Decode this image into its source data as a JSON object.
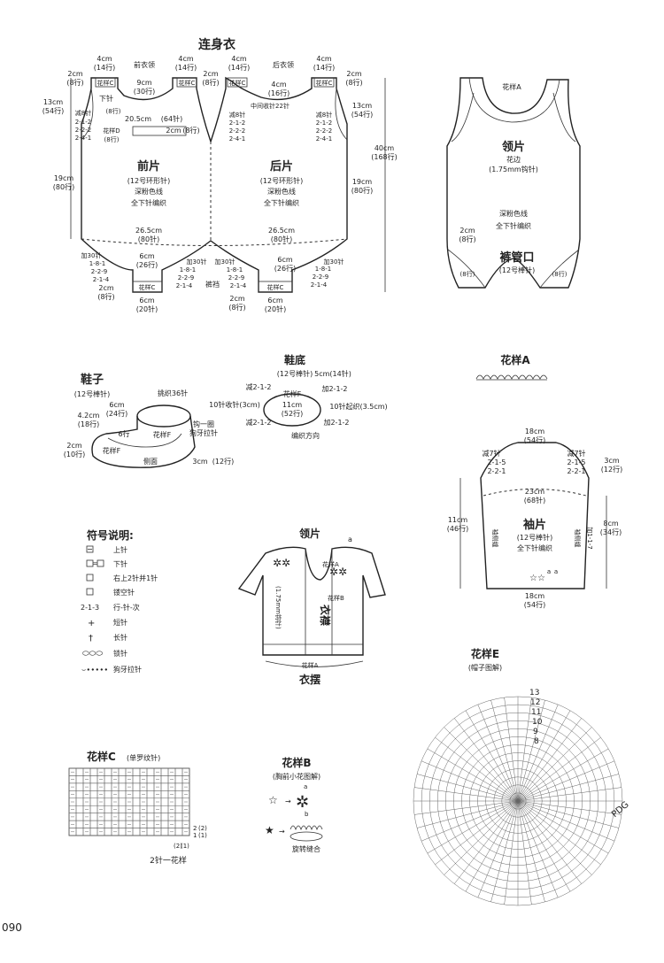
{
  "onesie": {
    "title": "连身衣",
    "neck_front": "前衣领",
    "neck_back": "后衣领",
    "d_4cm": "4cm",
    "d_14rows": "(14行)",
    "d_2cm": "2cm",
    "d_8rows": "(8行)",
    "d_9cm": "9cm",
    "d_30rows": "(30行)",
    "d_16rows": "(16行)",
    "lower_needle": "下针",
    "center_dec": "中间收针22针",
    "d_13cm": "13cm",
    "d_54rows": "(54行)",
    "dec8": "减8针",
    "d_20_5cm": "20.5cm",
    "d_64st": "(64针)",
    "d_8st": "(8针)",
    "pat_c": "花样C",
    "pat_d": "花样D",
    "seq_212": "2-1-2",
    "seq_222": "2-2-2",
    "seq_241": "2-4-1",
    "d_19cm": "19cm",
    "d_80rows": "(80行)",
    "front": "前片",
    "back": "后片",
    "needle_12_ring": "(12号环形针)",
    "color": "深粉色线",
    "all_lower": "全下针编织",
    "d_26_5cm": "26.5cm",
    "d_80st": "(80针)",
    "d_40cm": "40cm",
    "d_168rows": "(168行)",
    "add30": "加30针",
    "seq_181": "1-8-1",
    "seq_229": "2-2-9",
    "seq_214": "2-1-4",
    "d_6cm": "6cm",
    "d_26rows": "(26行)",
    "d_20st": "(20针)",
    "crotch": "裤裆",
    "d_8rows_b": "(8行)"
  },
  "collar_view": {
    "pat_a": "花样A",
    "collar": "领片",
    "lace": "花边",
    "hook": "(1.75mm钩针)",
    "color": "深粉色线",
    "leg": "裤管口",
    "needle12": "(12号棒针)",
    "d_2cm": "2cm",
    "d_8rows": "(8行)"
  },
  "shoe": {
    "title": "鞋子",
    "needle": "(12号棒针)",
    "pick36": "挑织36针",
    "d_6cm": "6cm",
    "d_24rows": "(24行)",
    "d_4_2cm": "4.2cm",
    "d_18rows": "(18行)",
    "d_2cm": "2cm",
    "d_10rows": "(10行)",
    "pat_f": "花样F",
    "side": "侧面",
    "hook_loop": "钩一圈",
    "picot": "狗牙拉针",
    "d_3cm": "3cm",
    "d_12rows": "(12行)",
    "six_rows": "6行"
  },
  "sole": {
    "title": "鞋底",
    "needle": "(12号棒针)",
    "d_5cm": "5cm(14针)",
    "dec212": "减2-1-2",
    "add212": "加2-1-2",
    "dec10": "10针收针(3cm)",
    "add10": "10针起织(3.5cm)",
    "pat_f": "花样F",
    "d_11cm": "11cm",
    "d_52rows": "(52行)",
    "dir": "编织方向"
  },
  "pattern_a": {
    "title": "花样A"
  },
  "sleeve": {
    "d_18cm": "18cm",
    "d_54rows": "(54行)",
    "dec7": "减7针",
    "seq_215": "2-1-5",
    "seq_221": "2-2-1",
    "d_3cm": "3cm",
    "d_12rows": "(12行)",
    "d_23cm": "23cm",
    "d_68st": "(68针)",
    "d_11cm": "11cm",
    "d_46rows": "(46行)",
    "title": "袖片",
    "needle": "(12号棒针)",
    "all_lower": "全下针编织",
    "side_seam": "袖侧缝",
    "add": "加1-1-7",
    "d_8cm": "8cm",
    "d_34rows": "(34行)",
    "d_18cm_b": "18cm",
    "d_54rows_b": "(54行)",
    "a": "a"
  },
  "legend": {
    "title": "符号说明:",
    "items": [
      "上针",
      "下针",
      "右上2针并1针",
      "镂空针",
      "行-针-次",
      "短针",
      "长针",
      "锁针",
      "狗牙拉针"
    ],
    "seq_label": "2-1-3"
  },
  "cardigan": {
    "collar": "领片",
    "a": "a",
    "pat_a": "花样A",
    "pat_b": "花样B",
    "hook": "(1.75mm钩针)",
    "placket": "衣襟",
    "hem": "衣摆"
  },
  "pattern_e": {
    "title": "花样E",
    "subtitle": "(帽子图解)",
    "rows": [
      "13",
      "12",
      "11",
      "10",
      "9",
      "8"
    ]
  },
  "pattern_c": {
    "title": "花样C",
    "subtitle": "(单罗纹针)",
    "repeat": "2针一花样",
    "row1": "1",
    "row2": "2",
    "row1b": "(1)",
    "row2b": "(2)"
  },
  "pattern_b": {
    "title": "花样B",
    "subtitle": "(胸前小花图解)",
    "a": "a",
    "b": "b",
    "seam": "旋转缝合"
  },
  "page": {
    "number": "090",
    "watermark": "PDG"
  },
  "colors": {
    "ink": "#222222",
    "paper": "#ffffff"
  }
}
